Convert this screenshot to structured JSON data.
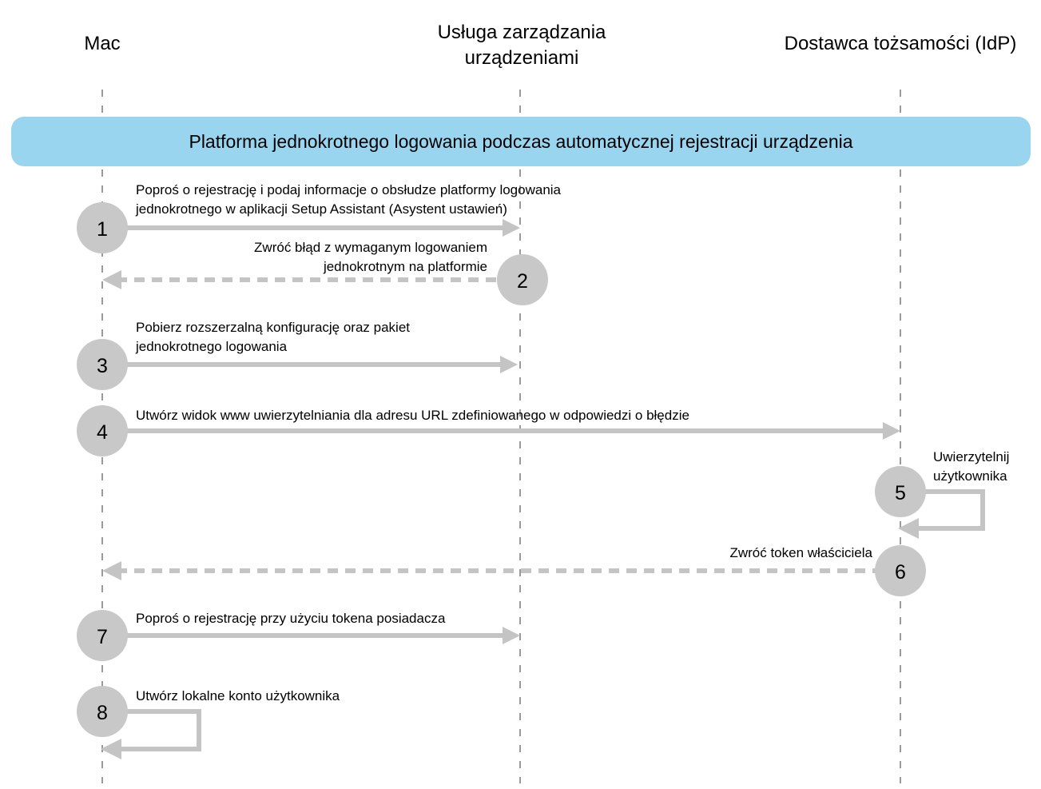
{
  "diagram": {
    "title_banner": "Platforma jednokrotnego logowania podczas automatycznej rejestracji urządzenia",
    "banner_color": "#9ad5ef",
    "line_color": "#c4c4c4",
    "circle_color": "#c8c8c8",
    "lifeline_color": "#9a9a9a",
    "actors": [
      {
        "id": "mac",
        "label": "Mac"
      },
      {
        "id": "mdm",
        "label": "Usługa zarządzania urządzeniami",
        "line1": "Usługa zarządzania",
        "line2": "urządzeniami"
      },
      {
        "id": "idp",
        "label": "Dostawca tożsamości (IdP)"
      }
    ],
    "steps": [
      {
        "number": "1",
        "from": "mac",
        "to": "mdm",
        "style": "solid",
        "direction": "right",
        "label_lines": [
          "Poproś o rejestrację i podaj informacje o obsłudze platformy logowania",
          "jednokrotnego w aplikacji Setup Assistant (Asystent ustawień)"
        ]
      },
      {
        "number": "2",
        "from": "mdm",
        "to": "mac",
        "style": "dashed",
        "direction": "left",
        "label_lines": [
          "Zwróć błąd z wymaganym logowaniem",
          "jednokrotnym na platformie"
        ]
      },
      {
        "number": "3",
        "from": "mac",
        "to": "mdm",
        "style": "solid",
        "direction": "right",
        "label_lines": [
          "Pobierz rozszerzalną konfigurację oraz pakiet",
          "jednokrotnego logowania"
        ]
      },
      {
        "number": "4",
        "from": "mac",
        "to": "idp",
        "style": "solid",
        "direction": "right",
        "label_lines": [
          "Utwórz widok www uwierzytelniania dla adresu URL zdefiniowanego w odpowiedzi o błędzie"
        ]
      },
      {
        "number": "5",
        "from": "idp",
        "to": "idp",
        "style": "self-loop",
        "direction": "left",
        "label_lines": [
          "Uwierzytelnij",
          "użytkownika"
        ]
      },
      {
        "number": "6",
        "from": "idp",
        "to": "mac",
        "style": "dashed",
        "direction": "left",
        "label_lines": [
          "Zwróć token właściciela"
        ]
      },
      {
        "number": "7",
        "from": "mac",
        "to": "mdm",
        "style": "solid",
        "direction": "right",
        "label_lines": [
          "Poproś o rejestrację przy użyciu tokena posiadacza"
        ]
      },
      {
        "number": "8",
        "from": "mac",
        "to": "mac",
        "style": "self-loop",
        "direction": "left",
        "label_lines": [
          "Utwórz lokalne konto użytkownika"
        ]
      }
    ]
  }
}
